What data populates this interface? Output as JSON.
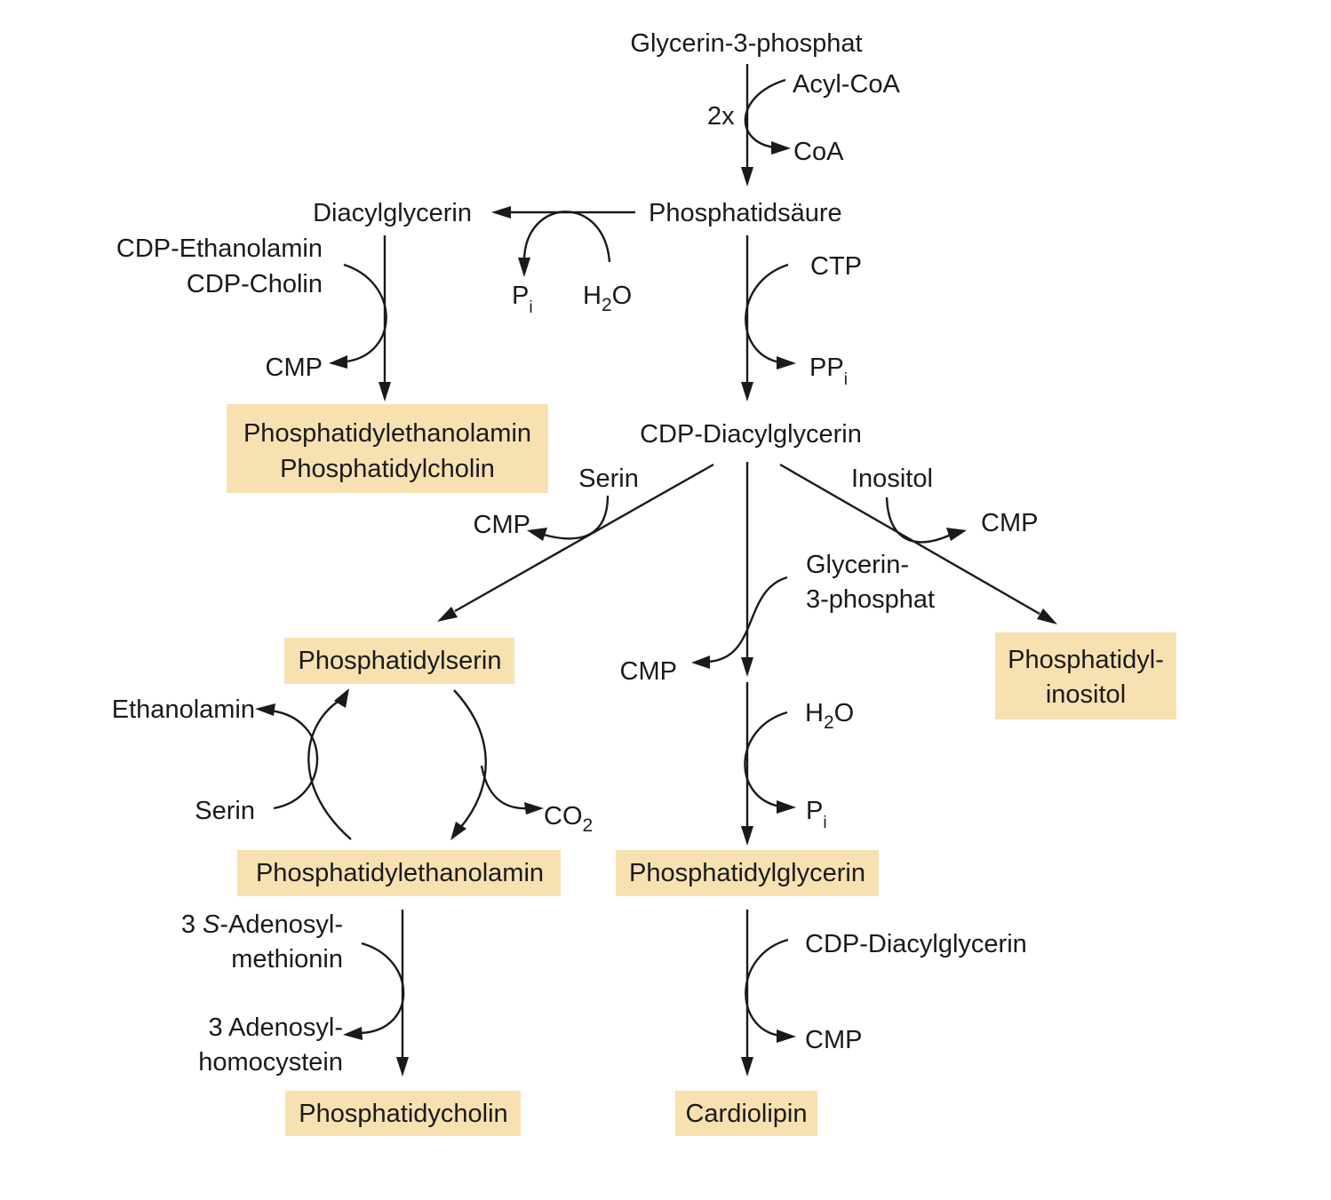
{
  "colors": {
    "product_box": "#f8e1b1",
    "ink": "#1a1a1a",
    "background": "#ffffff"
  },
  "labels": {
    "glycerin3p_top": "Glycerin-3-phosphat",
    "acyl_coa": "Acyl-CoA",
    "twox": "2x",
    "coa": "CoA",
    "phosphatidsaeure": "Phosphatidsäure",
    "diacylglycerin": "Diacylglycerin",
    "pi_p": "P",
    "pi_sub": "i",
    "h2o_h": "H",
    "h2o_sub": "2",
    "h2o_o": "O",
    "cdp_ethanolamin": "CDP-Ethanolamin",
    "cdp_cholin": "CDP-Cholin",
    "cmp_left": "CMP",
    "ctp": "CTP",
    "ppi_pp": "PP",
    "ppi_sub": "i",
    "cdp_diacylglycerin": "CDP-Diacylglycerin",
    "serin_top": "Serin",
    "cmp_serin": "CMP",
    "inositol": "Inositol",
    "cmp_inositol": "CMP",
    "glycerin3p_mid_1": "Glycerin-",
    "glycerin3p_mid_2": "3-phosphat",
    "cmp_glycerin": "CMP",
    "h2o2_h": "H",
    "h2o2_sub": "2",
    "h2o2_o": "O",
    "pi2_p": "P",
    "pi2_sub": "i",
    "ethanolamin": "Ethanolamin",
    "serin_left": "Serin",
    "co2_co": "CO",
    "co2_sub": "2",
    "sam_1a": "3 ",
    "sam_1b": "S",
    "sam_1c": "-Adenosyl-",
    "sam_2": "methionin",
    "sah_1": "3 Adenosyl-",
    "sah_2": "homocystein",
    "cdp_diacylglycerin_2": "CDP-Diacylglycerin",
    "cmp_cardio": "CMP"
  },
  "products": {
    "pe_pc_1": "Phosphatidylethanolamin",
    "pe_pc_2": "Phosphatidylcholin",
    "ps": "Phosphatidylserin",
    "pi_1": "Phosphatidyl-",
    "pi_2": "inositol",
    "pe": "Phosphatidylethanolamin",
    "pg": "Phosphatidylglycerin",
    "pc": "Phosphatidycholin",
    "cardiolipin": "Cardiolipin"
  }
}
